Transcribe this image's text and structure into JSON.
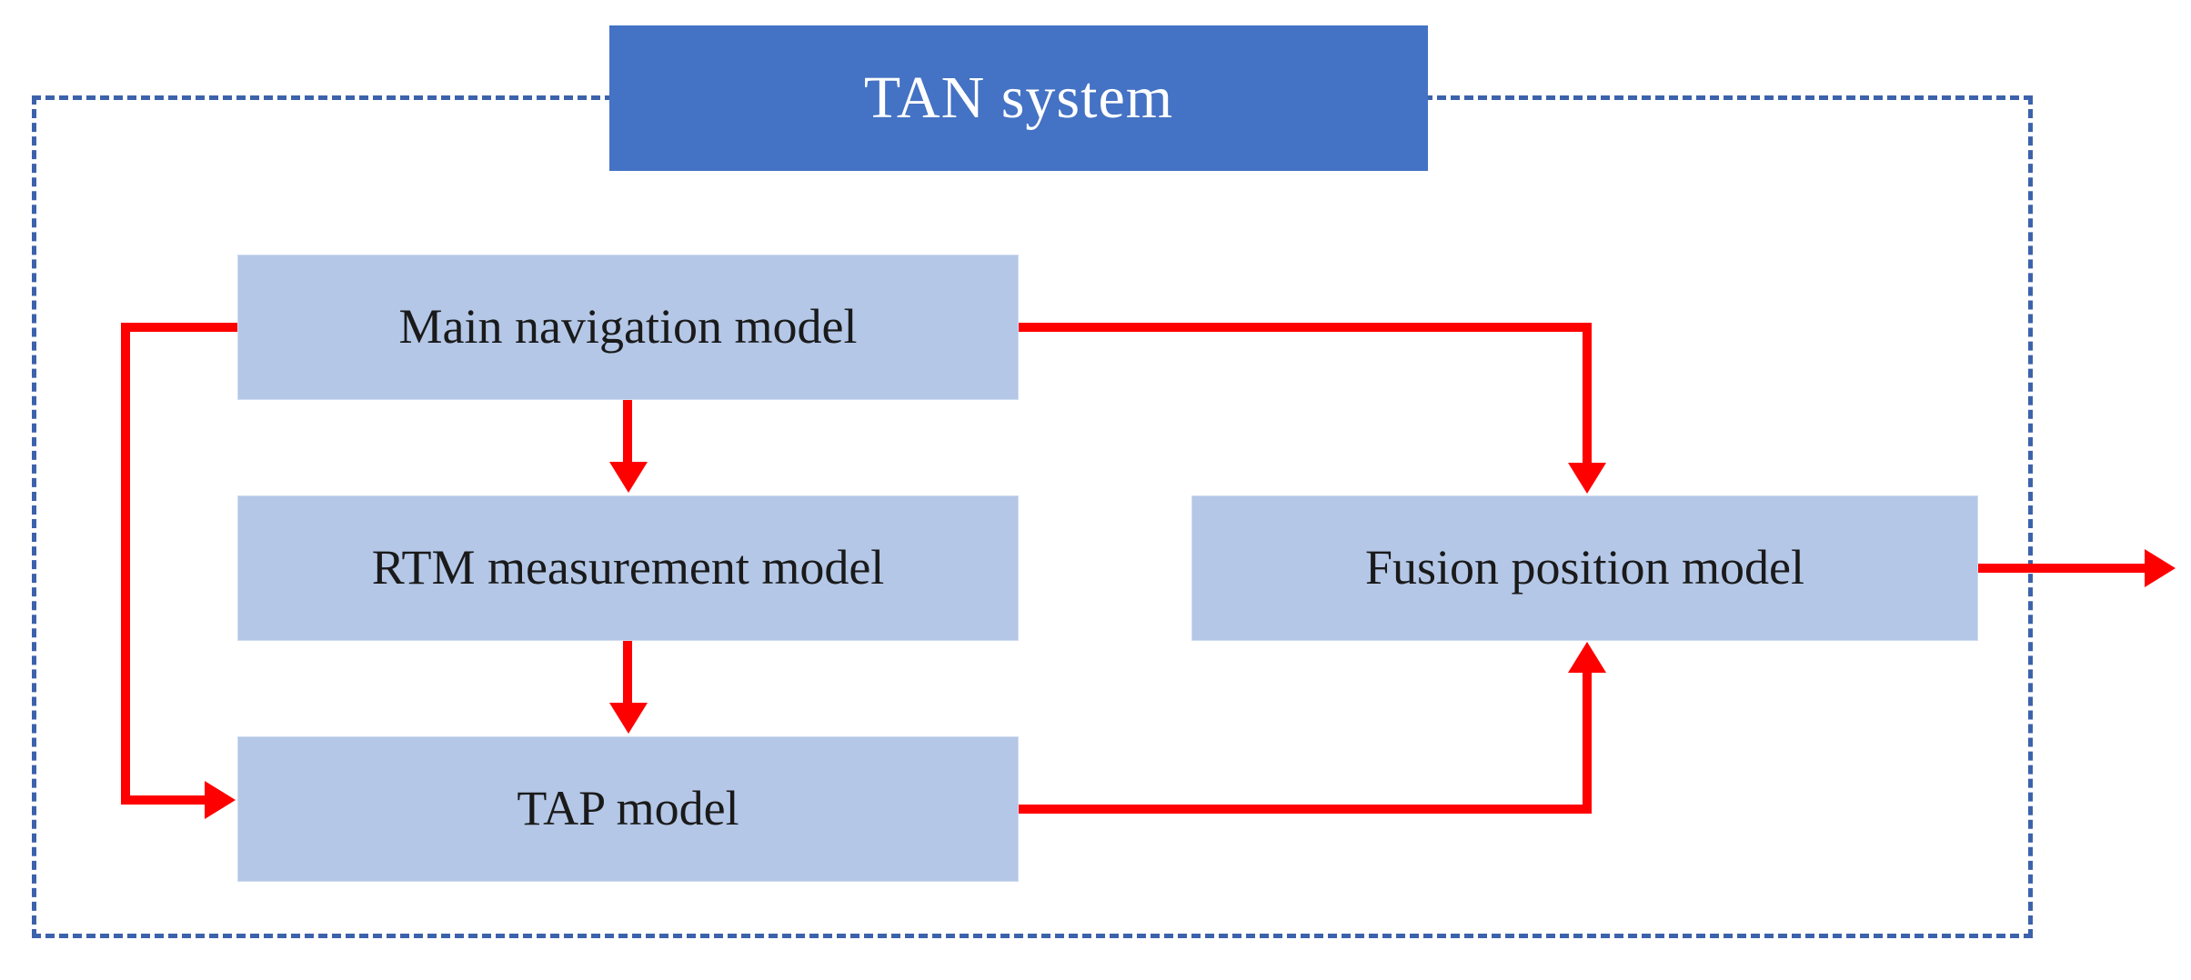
{
  "diagram": {
    "title": "TAN system",
    "boundary_label": "system-boundary",
    "colors": {
      "header_fill": "#4472C4",
      "header_text": "#FFFFFF",
      "block_fill": "#B4C7E7",
      "block_text": "#1A1A1A",
      "connector": "#FF0000",
      "boundary": "#3C62AB",
      "background": "#FFFFFF"
    },
    "blocks": [
      {
        "id": "main-navigation",
        "label": "Main navigation model"
      },
      {
        "id": "rtm-measurement",
        "label": "RTM measurement model"
      },
      {
        "id": "tap",
        "label": "TAP model"
      },
      {
        "id": "fusion-position",
        "label": "Fusion position model"
      }
    ],
    "connections": [
      {
        "from": "main-navigation",
        "to": "rtm-measurement",
        "style": "straight-down",
        "label": ""
      },
      {
        "from": "rtm-measurement",
        "to": "tap",
        "style": "straight-down",
        "label": ""
      },
      {
        "from": "main-navigation",
        "to": "tap",
        "style": "feedback-left",
        "label": ""
      },
      {
        "from": "main-navigation",
        "to": "fusion-position",
        "style": "right-then-down",
        "label": ""
      },
      {
        "from": "tap",
        "to": "fusion-position",
        "style": "right-then-up",
        "label": ""
      },
      {
        "from": "fusion-position",
        "to": "output",
        "style": "straight-right",
        "label": ""
      }
    ]
  }
}
